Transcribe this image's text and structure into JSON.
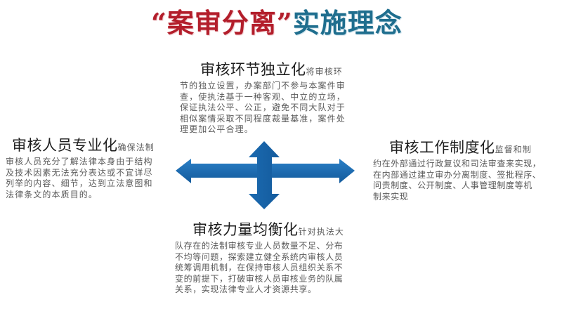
{
  "title": {
    "highlight": "“案审分离”",
    "rest": "实施理念",
    "highlight_color": "#b31e2b",
    "rest_color": "#1f6e8e"
  },
  "arrow": {
    "color": "#1a6db5",
    "dark_color": "#0f4f8e",
    "directions": [
      "up",
      "down",
      "left",
      "right"
    ]
  },
  "blocks": {
    "top": {
      "heading": "审核环节独立化",
      "lead": "将审核环",
      "lines": [
        "节的独立设置，办案部门不参与本案件审",
        "查，使执法基于一种客观、中立的立场，",
        "保证执法公平、公正，避免不同大队对于",
        "相似案情采取不同程度裁量基准，案件处",
        "理更加公平合理。"
      ]
    },
    "left": {
      "heading": "审核人员专业化",
      "lead": "确保法制",
      "lines": [
        "审核人员充分了解法律本身由于结构",
        "及技术因素无法充分表达或不宜详尽",
        "列举的内容、细节，达到立法意图和",
        "法律条文的本质目的。"
      ]
    },
    "right": {
      "heading": "审核工作制度化",
      "lead": "监督和制",
      "lines": [
        "约在外部通过行政复议和司法审查来实现，",
        "在内部通过建立审办分离制度、签批程序、",
        "问责制度、公开制度、人事管理制度等机",
        "制来实现"
      ]
    },
    "bottom": {
      "heading": "审核力量均衡化",
      "lead": "针对执法大",
      "lines": [
        "队存在的法制审核专业人员数量不足、分布",
        "不均等问题，探索建立健全系统内审核人员",
        "统筹调用机制，在保持审核人员组织关系不",
        "变的前提下，打破审核人员审核业务的队属",
        "关系，实现法律专业人才资源共享。"
      ]
    }
  }
}
